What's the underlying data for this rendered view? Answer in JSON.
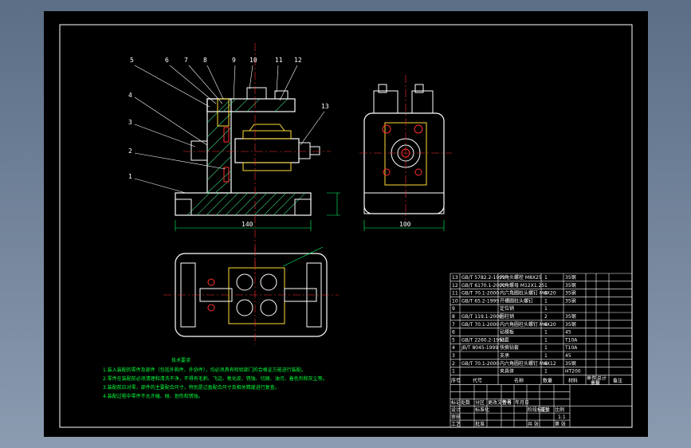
{
  "callouts": [
    {
      "n": "5"
    },
    {
      "n": "6"
    },
    {
      "n": "7"
    },
    {
      "n": "8"
    },
    {
      "n": "9"
    },
    {
      "n": "10"
    },
    {
      "n": "11"
    },
    {
      "n": "12"
    },
    {
      "n": "13"
    },
    {
      "n": "4"
    },
    {
      "n": "3"
    },
    {
      "n": "2"
    },
    {
      "n": "1"
    }
  ],
  "tech_title": "技术要求",
  "tech_lines": [
    "1.装入装配的零件及部件（包括外购件、外协件），均必须具有检验部门的合格证方能进行装配。",
    "2.零件在装配前必须清理和清洗干净，不得有毛刺、飞边、氧化皮、锈蚀、切屑、油污、着色剂和灰尘等。",
    "3.装配前应对零、部件的主要配合尺寸，特别是过盈配合尺寸及相关精度进行复查。",
    "4.装配过程中零件不允许磕、碰、划伤和锈蚀。"
  ],
  "bom_rows": [
    {
      "no": "13",
      "code": "GB/T 5782.2-1999",
      "name": "六角头螺栓 M8X25",
      "qty": "1",
      "mat": "35钢"
    },
    {
      "no": "12",
      "code": "GB/T 6170.1-2000",
      "name": "六角螺母 M12X1.25",
      "qty": "1",
      "mat": "35钢"
    },
    {
      "no": "11",
      "code": "GB/T 70.1-2000",
      "name": "内六角圆柱头螺钉 M6X20",
      "qty": "4",
      "mat": "35钢"
    },
    {
      "no": "10",
      "code": "GB/T 65.2-1999",
      "name": "开槽圆柱头螺钉",
      "qty": "1",
      "mat": "35钢"
    },
    {
      "no": "9",
      "code": "",
      "name": "定位销",
      "qty": "1",
      "mat": ""
    },
    {
      "no": "8",
      "code": "GB/T 119.1-2000",
      "name": "圆柱销",
      "qty": "2",
      "mat": "35钢"
    },
    {
      "no": "7",
      "code": "GB/T 70.1-2000",
      "name": "内六角圆柱头螺钉 M6X20",
      "qty": "4",
      "mat": "35钢"
    },
    {
      "no": "6",
      "code": "",
      "name": "钻模板",
      "qty": "1",
      "mat": "45"
    },
    {
      "no": "5",
      "code": "GB/T 2260.2-1991",
      "name": "钻套",
      "qty": "1",
      "mat": "T10A"
    },
    {
      "no": "4",
      "code": "JB/T 8045-1999",
      "name": "快换钻套",
      "qty": "1",
      "mat": "T10A"
    },
    {
      "no": "3",
      "code": "",
      "name": "支承",
      "qty": "1",
      "mat": "45"
    },
    {
      "no": "2",
      "code": "GB/T 70.1-2000",
      "name": "内六角圆柱头螺钉 M6X12",
      "qty": "4",
      "mat": "35钢"
    },
    {
      "no": "1",
      "code": "",
      "name": "夹具体",
      "qty": "1",
      "mat": "HT200"
    }
  ],
  "bom_header": {
    "no": "序号",
    "code": "代号",
    "name": "名称",
    "qty": "数量",
    "mat": "材料",
    "w1": "单件",
    "w2": "总计",
    "w_label": "重量",
    "note": "备注"
  },
  "title_block": {
    "labels": [
      "标记",
      "处数",
      "分区",
      "更改文件号",
      "签名",
      "年月日",
      "设计",
      "标准化",
      "阶段标记",
      "重量",
      "比例",
      "审核",
      "工艺",
      "批准",
      "共 张",
      "第 张"
    ],
    "scale": "1:1"
  },
  "dims": {
    "front_width": "140",
    "side_width": "100"
  }
}
